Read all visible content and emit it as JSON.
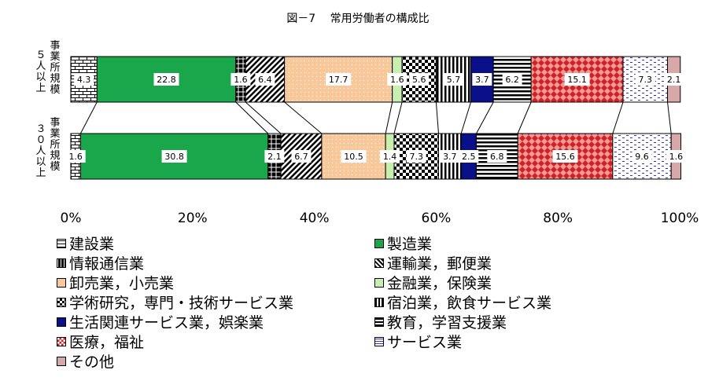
{
  "chart_data": {
    "type": "bar",
    "orientation": "horizontal-stacked-100",
    "title": "図－7　 常用労働者の構成比",
    "categories": [
      "５人以上事業所規模",
      "３０人以上事業所規模"
    ],
    "category_labels": [
      "事業所規模５人以上",
      "事業所規模３０人以上"
    ],
    "xlim": [
      0,
      100
    ],
    "xticks": [
      "0%",
      "20%",
      "40%",
      "60%",
      "80%",
      "100%"
    ],
    "legend_position": "bottom",
    "series": [
      {
        "name": "建設業",
        "values": [
          4.3,
          1.6
        ],
        "color": "#ffffff",
        "pattern": "brick"
      },
      {
        "name": "製造業",
        "values": [
          22.8,
          30.8
        ],
        "color": "#1aa64a",
        "pattern": "solid"
      },
      {
        "name": "情報通信業",
        "values": [
          1.6,
          2.1
        ],
        "color": "#000000",
        "pattern": "cross"
      },
      {
        "name": "運輸業，郵便業",
        "values": [
          6.4,
          6.7
        ],
        "color": "#ffffff",
        "pattern": "diagonal"
      },
      {
        "name": "卸売業，小売業",
        "values": [
          17.7,
          10.5
        ],
        "color": "#f8c89a",
        "pattern": "dots-light"
      },
      {
        "name": "金融業，保険業",
        "values": [
          1.6,
          1.4
        ],
        "color": "#c8efb0",
        "pattern": "solid"
      },
      {
        "name": "学術研究，専門・技術サービス業",
        "values": [
          5.6,
          7.3
        ],
        "color": "#ffffff",
        "pattern": "checker"
      },
      {
        "name": "宿泊業，飲食サービス業",
        "values": [
          5.7,
          3.7
        ],
        "color": "#ffffff",
        "pattern": "vertical"
      },
      {
        "name": "生活関連サービス業，娯楽業",
        "values": [
          3.7,
          2.5
        ],
        "color": "#0a0f8a",
        "pattern": "solid"
      },
      {
        "name": "教育，学習支援業",
        "values": [
          6.2,
          6.8
        ],
        "color": "#ffffff",
        "pattern": "horizontal"
      },
      {
        "name": "医療，福祉",
        "values": [
          15.1,
          15.6
        ],
        "color": "#d42020",
        "pattern": "diamond"
      },
      {
        "name": "サービス業",
        "values": [
          7.3,
          9.6
        ],
        "color": "#ffffff",
        "pattern": "dash-blue"
      },
      {
        "name": "その他",
        "values": [
          2.1,
          1.6
        ],
        "color": "#d8a8a8",
        "pattern": "solid"
      }
    ],
    "data_labels": [
      [
        "4.3",
        "22.8",
        "1.6",
        "6.4",
        "17.7",
        "1.6",
        "5.6",
        "5.7",
        "3.7",
        "6.2",
        "15.1",
        "7.3",
        "2.1"
      ],
      [
        "1.6",
        "30.8",
        "2.1",
        "6.7",
        "10.5",
        "1.4",
        "7.3",
        "3.7",
        "2.5",
        "6.8",
        "15.6",
        "9.6",
        "1.6"
      ]
    ]
  }
}
